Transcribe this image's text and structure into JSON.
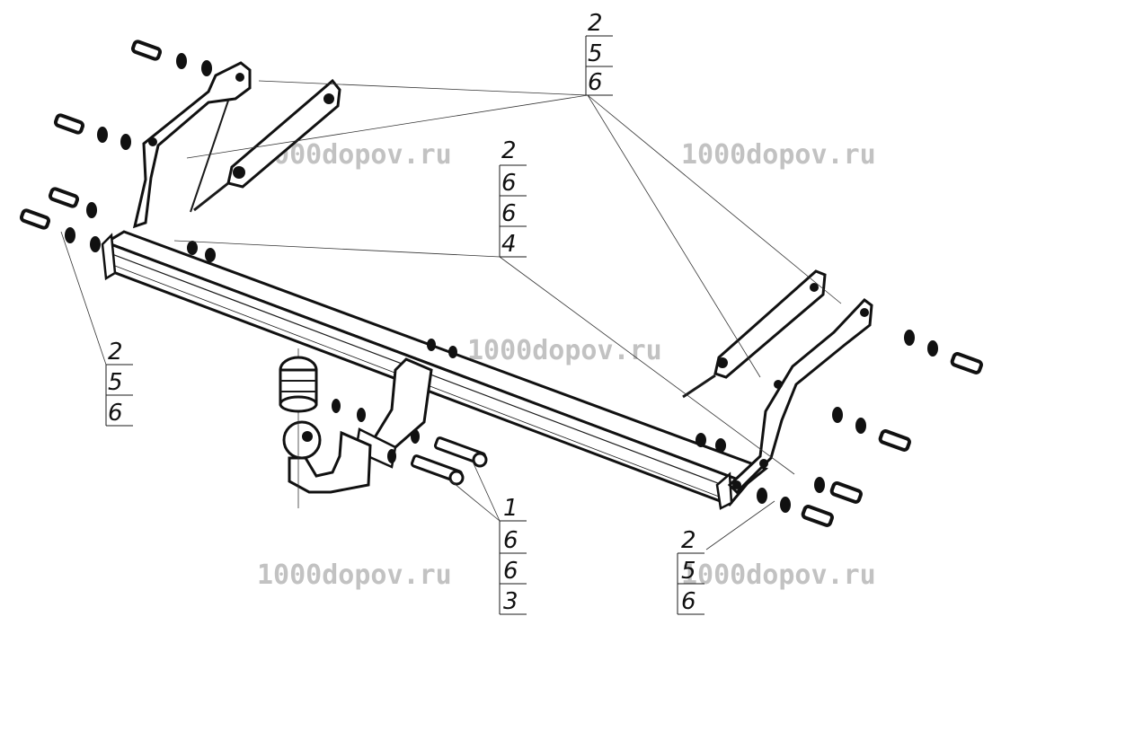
{
  "watermarks": [
    "1000dopov.ru",
    "1000dopov.ru",
    "1000dopov.ru",
    "1000dopov.ru",
    "1000dopov.ru"
  ],
  "callouts": [
    {
      "id": "top",
      "values": [
        "2",
        "5",
        "6"
      ]
    },
    {
      "id": "middle",
      "values": [
        "2",
        "6",
        "6",
        "4"
      ]
    },
    {
      "id": "left",
      "values": [
        "2",
        "5",
        "6"
      ]
    },
    {
      "id": "center-bottom",
      "values": [
        "1",
        "6",
        "6",
        "3"
      ]
    },
    {
      "id": "right-bottom",
      "values": [
        "2",
        "5",
        "6"
      ]
    }
  ]
}
